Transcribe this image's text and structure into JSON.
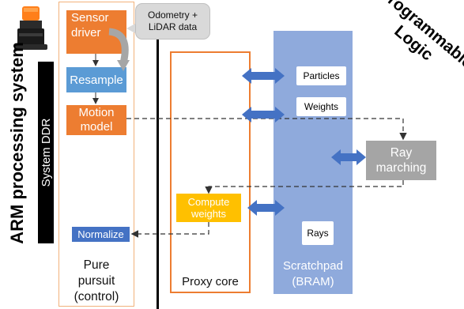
{
  "diagram": {
    "arm_label": "ARM processing system",
    "ddr_label": "System DDR",
    "pure_pursuit": {
      "line1": "Pure",
      "line2": "pursuit",
      "line3": "(control)"
    },
    "sensor_driver": {
      "line1": "Sensor",
      "line2": "driver"
    },
    "resample": "Resample",
    "motion_model": {
      "line1": "Motion",
      "line2": "model"
    },
    "normalize": "Normalize",
    "callout": {
      "line1": "Odometry +",
      "line2": "LiDAR data"
    },
    "proxy_core": "Proxy core",
    "compute_weights": {
      "line1": "Compute",
      "line2": "weights"
    },
    "scratchpad": {
      "line1": "Scratchpad",
      "line2": "(BRAM)"
    },
    "particles": "Particles",
    "weights": "Weights",
    "rays": "Rays",
    "ray_marching": {
      "line1": "Ray",
      "line2": "marching"
    },
    "programmable_logic": {
      "line1": "Programmable",
      "line2": "Logic"
    }
  },
  "colors": {
    "orange": "#ed7d31",
    "blue": "#5b9bd5",
    "dark_blue": "#4472c4",
    "scratchpad_blue": "#8faadc",
    "gold": "#ffc000",
    "gray": "#a5a5a5",
    "arrow_blue": "#4472c4"
  },
  "icons": {
    "sensor": "lidar-sensor-icon"
  }
}
